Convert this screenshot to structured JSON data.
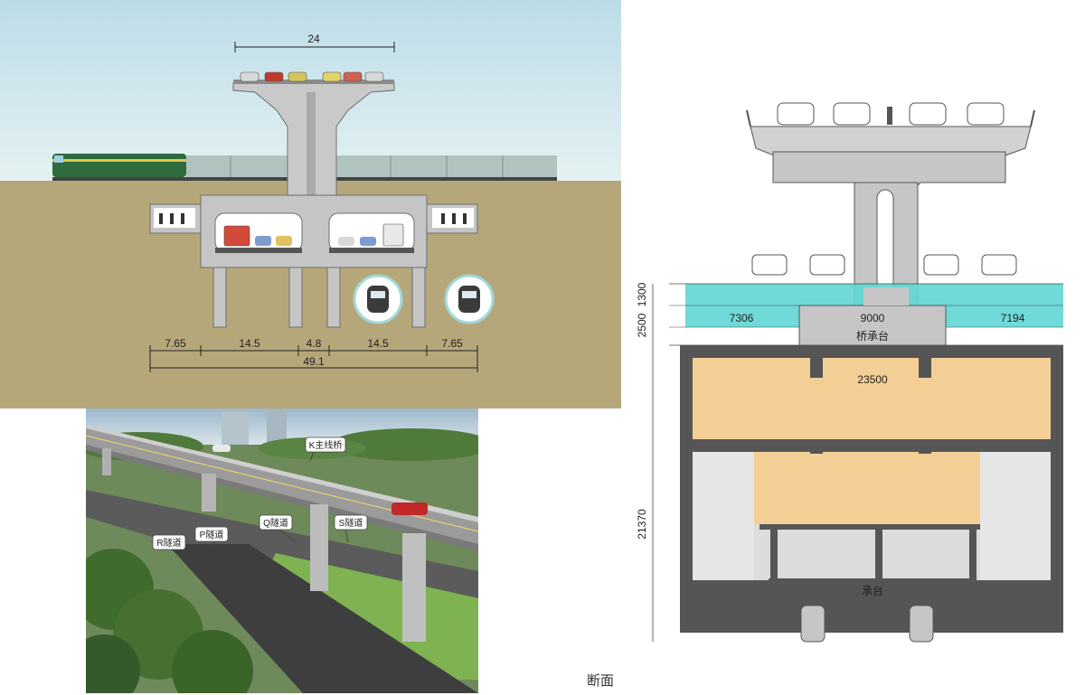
{
  "top_diagram": {
    "span_label": "24",
    "dimensions": [
      "7.65",
      "14.5",
      "4.8",
      "14.5",
      "7.65"
    ],
    "total": "49.1"
  },
  "render": {
    "labels": [
      "K主线桥",
      "R隧道",
      "P隧道",
      "Q隧道",
      "S隧道"
    ]
  },
  "section": {
    "water_depth_top": "1300",
    "water_depth_bottom": "2500",
    "left_width": "7306",
    "pier_cap_width": "9000",
    "right_width": "7194",
    "pier_cap_label": "桥承台",
    "box_width": "23500",
    "height_label": "21370",
    "foundation_label": "承台"
  },
  "caption": "断面",
  "colors": {
    "sky": "#cfe6ee",
    "soil": "#b6a77a",
    "concrete": "#bdbdbd",
    "water": "#5fd6d3",
    "box_fill": "#f3cf96"
  }
}
